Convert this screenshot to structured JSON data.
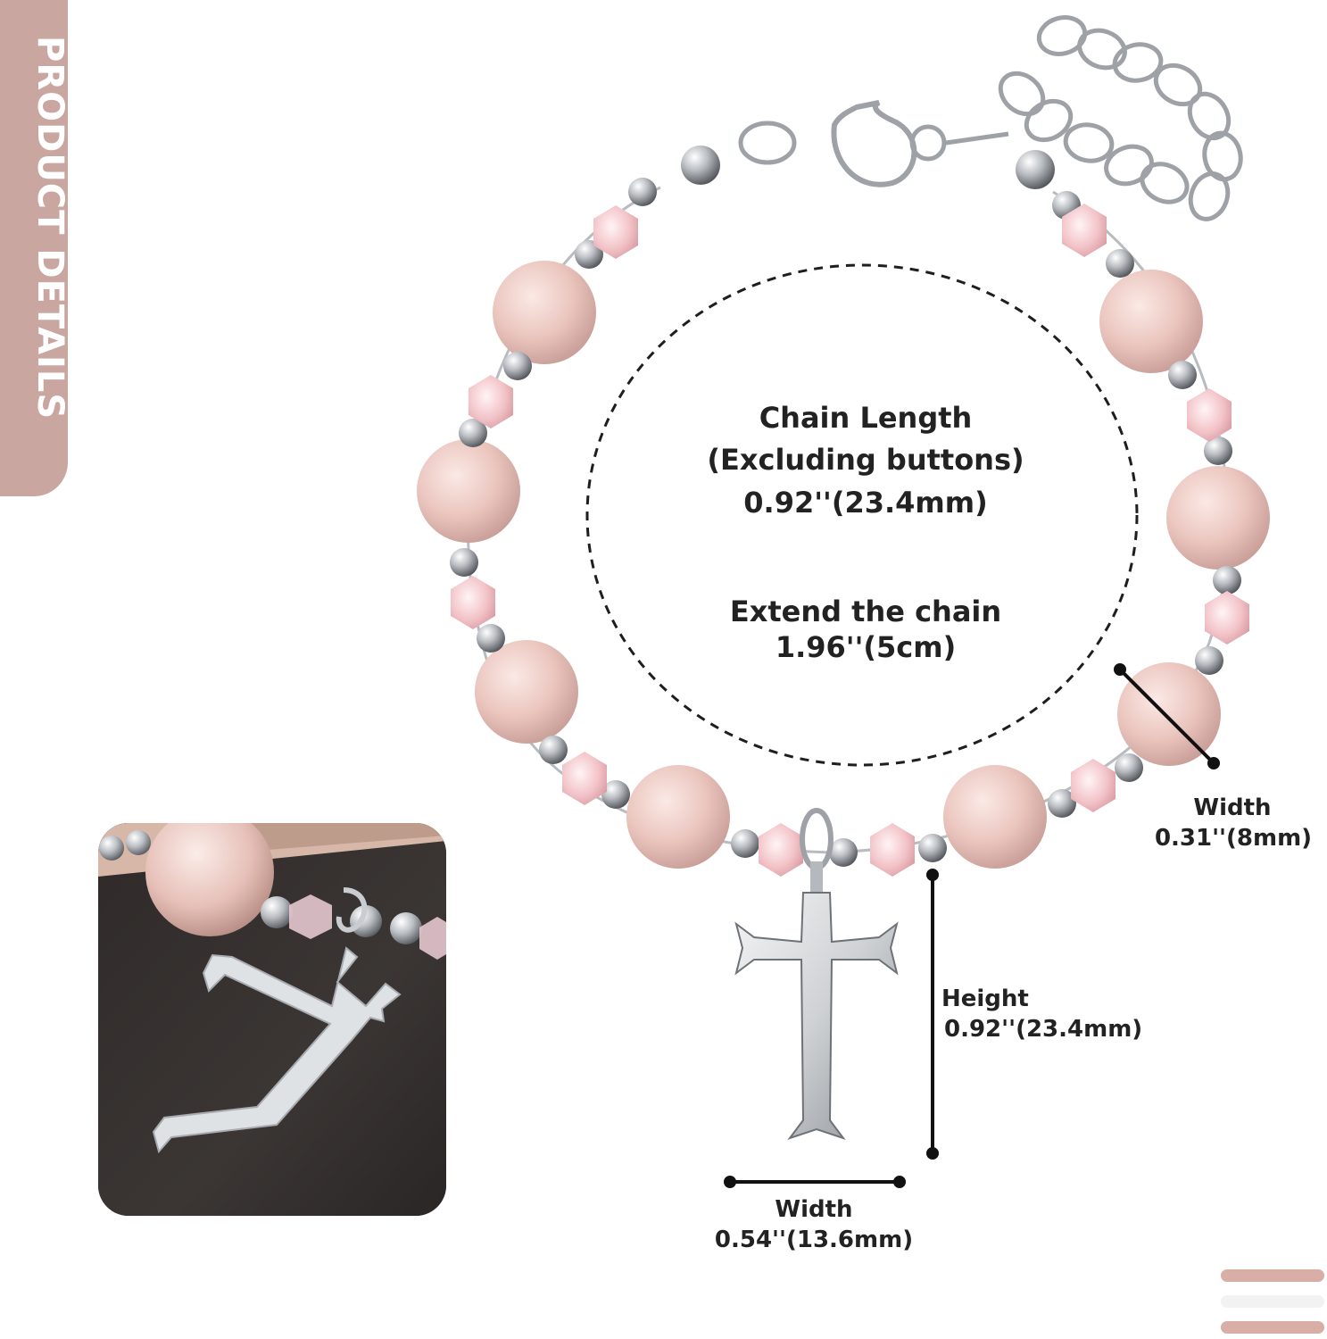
{
  "side_tab": {
    "title": "PRODUCT DETAILS"
  },
  "chain_info": {
    "chain_length_title": "Chain Length",
    "chain_length_note": "(Excluding buttons)",
    "chain_length_value": "0.92''(23.4mm)",
    "extend_title": "Extend the chain",
    "extend_value": "1.96''(5cm)"
  },
  "bead_dimension": {
    "label": "Width",
    "value": "0.31''(8mm)"
  },
  "cross_height": {
    "label": "Height",
    "value": "0.92''(23.4mm)"
  },
  "cross_width": {
    "label": "Width",
    "value": "0.54''(13.6mm)"
  },
  "colors": {
    "tab": "#c9a6a0",
    "pearl": "#edc9c3",
    "crystal": "#f3c8cc",
    "silver": "#a9adb2",
    "accent_bar_1": "#d8aea6",
    "accent_bar_2": "#f2f2f2",
    "accent_bar_3": "#d8aea6"
  }
}
